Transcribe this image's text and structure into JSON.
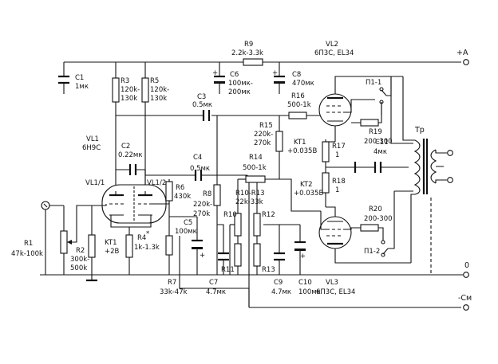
{
  "rails": {
    "plus_a": "+A",
    "zero": "0",
    "minus_cm": "-См"
  },
  "tubes": {
    "vl1": "VL1",
    "vl1_type": "6Н9С",
    "vl1_1": "VL1/1",
    "vl1_2": "VL1/2",
    "vl2": "VL2",
    "vl2_type": "6П3С, EL34",
    "vl3": "VL3",
    "vl3_type": "6П3С, EL34"
  },
  "transformer": {
    "label": "Тр"
  },
  "components": {
    "r1": "R1",
    "r1_val": "47k-100k",
    "r2": "R2",
    "r2_val_a": "300k-",
    "r2_val_b": "500k",
    "r3": "R3",
    "r3_val_a": "120k-",
    "r3_val_b": "130k",
    "r4": "R4",
    "r4_sup": "*",
    "r4_val": "1k-1.3k",
    "r5": "R5",
    "r5_val_a": "120k-",
    "r5_val_b": "130k",
    "r6": "R6",
    "r6_val": "430k",
    "r7": "R7",
    "r7_val": "33k-47k",
    "r8": "R8",
    "r8_val_a": "220k-",
    "r8_val_b": "270k",
    "r9": "R9",
    "r9_val": "2.2k-3.3k",
    "r10_13": "R10-R13",
    "r10_13_val": "22k-33k",
    "r10": "R10",
    "r11": "R11",
    "r12": "R12",
    "r13": "R13",
    "r14": "R14",
    "r14_val": "500-1k",
    "r15": "R15",
    "r15_val_a": "220k-",
    "r15_val_b": "270k",
    "r16": "R16",
    "r16_val": "500-1k",
    "r17": "R17",
    "r17_val": "1",
    "r18": "R18",
    "r18_val": "1",
    "r19": "R19",
    "r19_val": "200-300",
    "r20": "R20",
    "r20_val": "200-300",
    "c1": "C1",
    "c1_val": "1мк",
    "c2": "C2",
    "c2_val": "0.22мк",
    "c3": "C3",
    "c3_val": "0.5мк",
    "c4": "C4",
    "c4_val": "0.5мк",
    "c5": "C5",
    "c5_val": "100мк",
    "c6": "C6",
    "c6_val_a": "100мк-",
    "c6_val_b": "200мк",
    "c7": "C7",
    "c7_val": "4.7мк",
    "c8": "C8",
    "c8_val": "470мк",
    "c9": "C9",
    "c9_val": "4.7мк",
    "c10": "C10",
    "c10_val": "100мк",
    "c11": "C11",
    "c11_val": "4мк",
    "kt1": "KT1",
    "kt1_val": "+2В",
    "kt2": "KT2",
    "kt2_val": "+0.035В",
    "kt1b": "KT1",
    "kt1b_val": "+0.035В",
    "p1_1": "П1-1",
    "p1_2": "П1-2",
    "plus_sign": "+"
  }
}
